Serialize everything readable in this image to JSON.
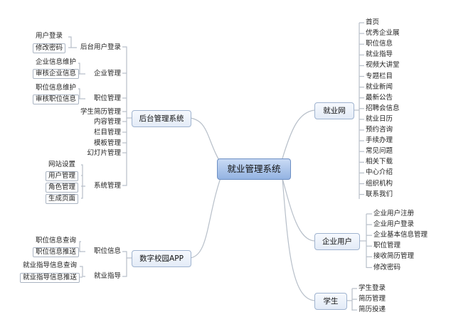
{
  "root": "就业管理系统",
  "colors": {
    "line": "#b7bfc9",
    "root_fill": "#a9c3ea",
    "box_fill": "#eaf0f9"
  },
  "backend": {
    "title": "后台管理系统",
    "user_login": {
      "label": "后台用户登录",
      "items": [
        "用户登录",
        "修改密码"
      ]
    },
    "company": {
      "label": "企业管理",
      "items": [
        "企业信息维护",
        "审核企业信息"
      ]
    },
    "position": {
      "label": "职位管理",
      "items": [
        "职位信息维护",
        "审核职位信息"
      ]
    },
    "plain_items": [
      "学生简历管理",
      "内容管理",
      "栏目管理",
      "模板管理",
      "幻灯片管理"
    ],
    "system": {
      "label": "系统管理",
      "items": [
        "网站设置",
        "用户管理",
        "角色管理",
        "生成页面"
      ]
    }
  },
  "app": {
    "title": "数字校园APP",
    "job_info": {
      "label": "职位信息",
      "items": [
        "职位信息查询",
        "职位信息推送"
      ]
    },
    "guidance": {
      "label": "就业指导",
      "items": [
        "就业指导信息查询",
        "就业指导信息推送"
      ]
    }
  },
  "website": {
    "title": "就业网",
    "items": [
      "首页",
      "优秀企业展",
      "职位信息",
      "就业指导",
      "视频大讲堂",
      "专题栏目",
      "就业新闻",
      "最新公告",
      "招聘会信息",
      "就业日历",
      "预约咨询",
      "手续办理",
      "常见问题",
      "相关下载",
      "中心介绍",
      "组织机构",
      "联系我们"
    ]
  },
  "enterprise": {
    "title": "企业用户",
    "items": [
      "企业用户注册",
      "企业用户登录",
      "企业基本信息管理",
      "职位管理",
      "接收简历管理",
      "修改密码"
    ]
  },
  "student": {
    "title": "学生",
    "items": [
      "学生登录",
      "简历管理",
      "简历投递"
    ]
  }
}
